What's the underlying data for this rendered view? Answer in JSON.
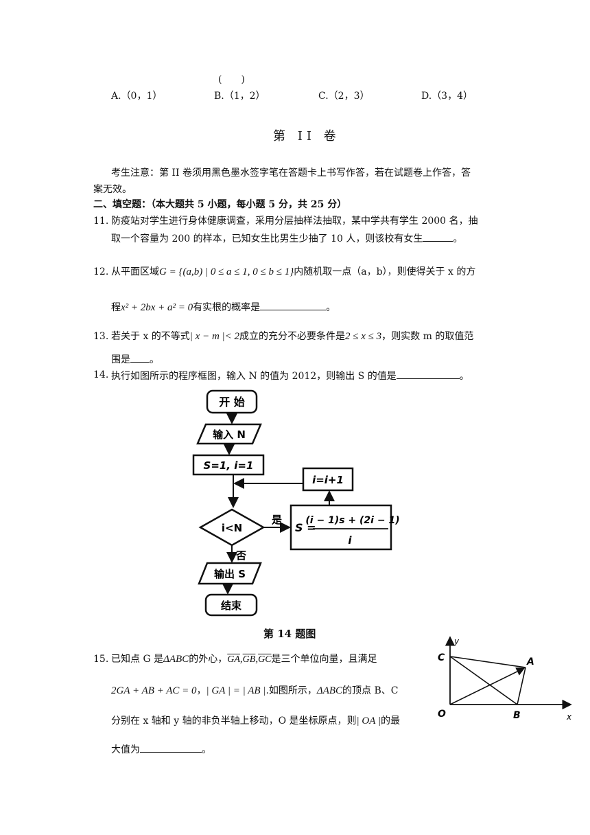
{
  "q10": {
    "paren": "(　　)",
    "options": [
      "A.（0，1）",
      "B.（1，2）",
      "C.（2，3）",
      "D.（3，4）"
    ]
  },
  "section_title": "第 II 卷",
  "notice": {
    "line1": "考生注意：第 II 卷须用黑色墨水签字笔在答题卡上书写作答，若在试题卷上作答，答",
    "line2": "案无效。"
  },
  "part2_heading": "二、填空题：（本大题共 5 小题，每小题 5 分，共 25 分）",
  "q11": {
    "num": "11.",
    "line1": "防疫站对学生进行身体健康调查，采用分层抽样法抽取，某中学共有学生 2000 名，抽",
    "line2": "取一个容量为 200 的样本，已知女生比男生少抽了 10 人，则该校有女生",
    "end": "。"
  },
  "q12": {
    "num": "12.",
    "pre": "从平面区域",
    "set": "G = {(a,b) | 0 ≤ a ≤ 1, 0 ≤ b ≤ 1}",
    "post": "内随机取一点（a，b），则使得关于 x 的方",
    "l2pre": "程",
    "equation": "x² + 2bx + a² = 0",
    "l2post": "有实根的概率是",
    "end": "。"
  },
  "q13": {
    "num": "13.",
    "pre": "若关于 x 的不等式",
    "ineq": "| x − m |< 2",
    "mid": "成立的充分不必要条件是",
    "cond": "2 ≤ x ≤ 3",
    "post": "，则实数 m 的取值范",
    "l2": "围是",
    "end": "。"
  },
  "q14": {
    "num": "14.",
    "text": "执行如图所示的程序框图，输入 N 的值为 2012，则输出 S 的值是",
    "end": "。",
    "caption": "第 14 题图"
  },
  "flowchart": {
    "start": "开 始",
    "input": "输入 N",
    "init": "S=1, i=1",
    "increment": "i=i+1",
    "condition": "i<N",
    "yes": "是",
    "no": "否",
    "formula_lhs": "S =",
    "formula_num": "(i − 1)s + (2i − 1)",
    "formula_den": "i",
    "output": "输出 S",
    "end": "结束"
  },
  "q15": {
    "num": "15.",
    "l1a": "已知点 G 是",
    "tri": "ΔABC",
    "l1b": "的外心，",
    "vGA": "GA",
    "vGB": "GB",
    "vGC": "GC",
    "l1c": "是三个单位向量，且满足",
    "eq1": "2GA + AB + AC = 0",
    "eq2": "| GA | = | AB |",
    "l2b": ".如图所示，",
    "tri2": "ΔABC",
    "l2c": "的顶点 B、C",
    "l3": "分别在 x 轴和 y 轴的非负半轴上移动，O 是坐标原点，则",
    "vOA": "| OA |",
    "l3end": "的最",
    "l4": "大值为",
    "end": "。"
  },
  "figure15": {
    "label_y": "y",
    "label_x": "x",
    "label_C": "C",
    "label_A": "A",
    "label_O": "O",
    "label_B": "B"
  }
}
